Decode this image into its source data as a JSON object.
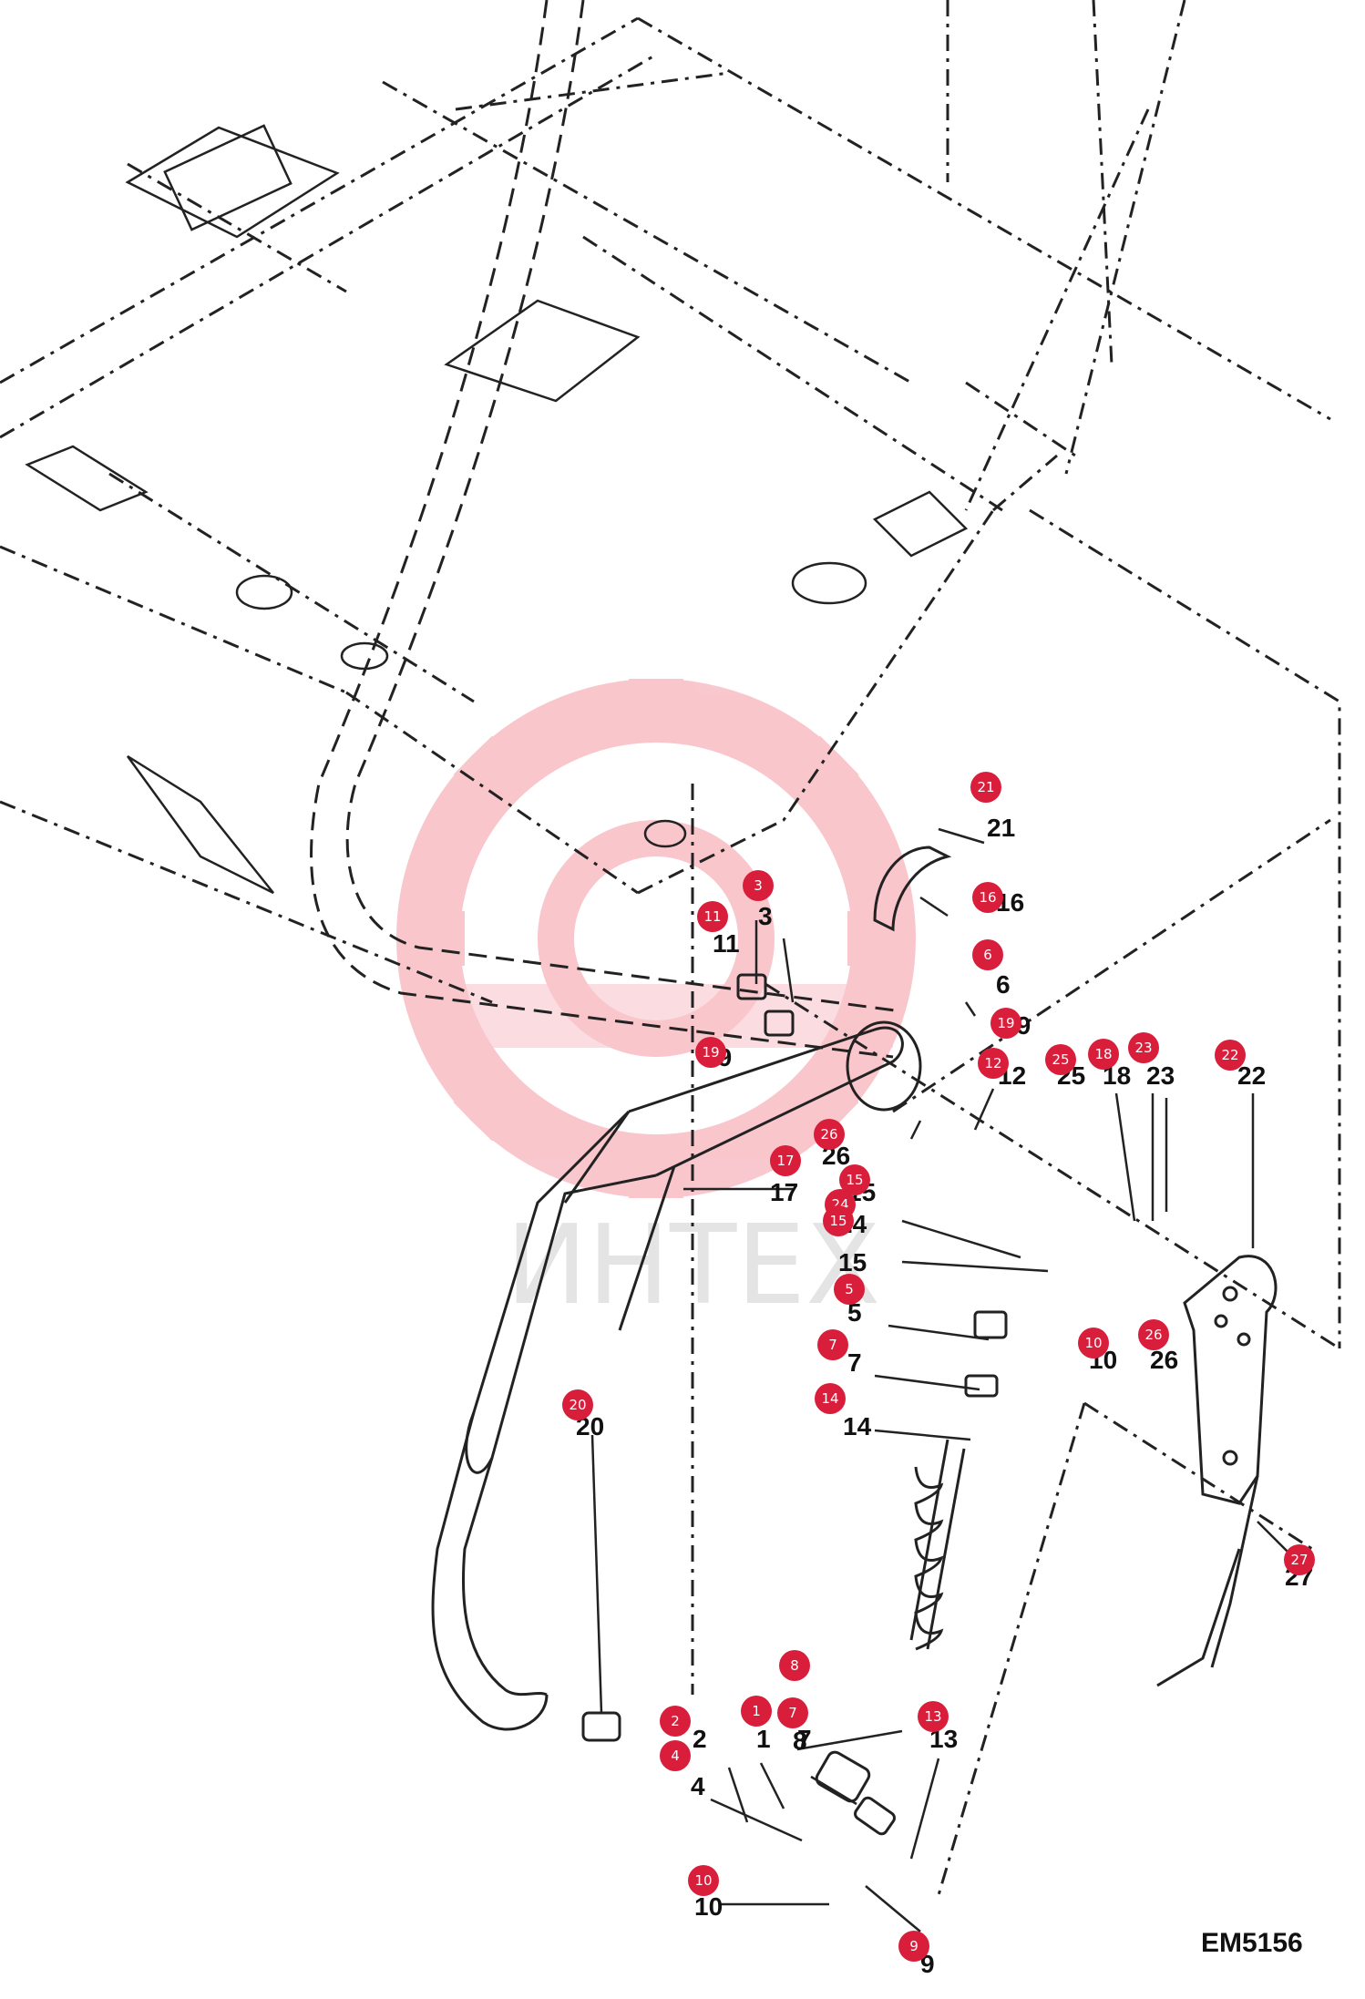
{
  "drawing_code": "EM5156",
  "watermark": {
    "text": "ИНТЕХ",
    "color": "#e8203a"
  },
  "badge_color": "#d81e3a",
  "callouts": [
    {
      "label": "21",
      "badge": "21"
    },
    {
      "label": "3",
      "badge": "3"
    },
    {
      "label": "11",
      "badge": "11"
    },
    {
      "label": "16",
      "badge": "16"
    },
    {
      "label": "6",
      "badge": "6"
    },
    {
      "label": "19",
      "badge": "19"
    },
    {
      "label": "19",
      "badge": "19"
    },
    {
      "label": "12",
      "badge": "12"
    },
    {
      "label": "25",
      "badge": "25"
    },
    {
      "label": "18",
      "badge": "18"
    },
    {
      "label": "23",
      "badge": "23"
    },
    {
      "label": "22",
      "badge": "22"
    },
    {
      "label": "26",
      "badge": "26"
    },
    {
      "label": "17",
      "badge": "17"
    },
    {
      "label": "15",
      "badge": "15"
    },
    {
      "label": "24",
      "badge": "24"
    },
    {
      "label": "15",
      "badge": "15"
    },
    {
      "label": "5",
      "badge": "5"
    },
    {
      "label": "26",
      "badge": "26"
    },
    {
      "label": "7",
      "badge": "7"
    },
    {
      "label": "10",
      "badge": "10"
    },
    {
      "label": "14",
      "badge": "14"
    },
    {
      "label": "20",
      "badge": "20"
    },
    {
      "label": "27",
      "badge": "27"
    },
    {
      "label": "8",
      "badge": "8"
    },
    {
      "label": "2",
      "badge": "2"
    },
    {
      "label": "1",
      "badge": "1"
    },
    {
      "label": "7",
      "badge": "7"
    },
    {
      "label": "13",
      "badge": "13"
    },
    {
      "label": "4",
      "badge": "4"
    },
    {
      "label": "10",
      "badge": "10"
    },
    {
      "label": "9",
      "badge": "9"
    }
  ]
}
